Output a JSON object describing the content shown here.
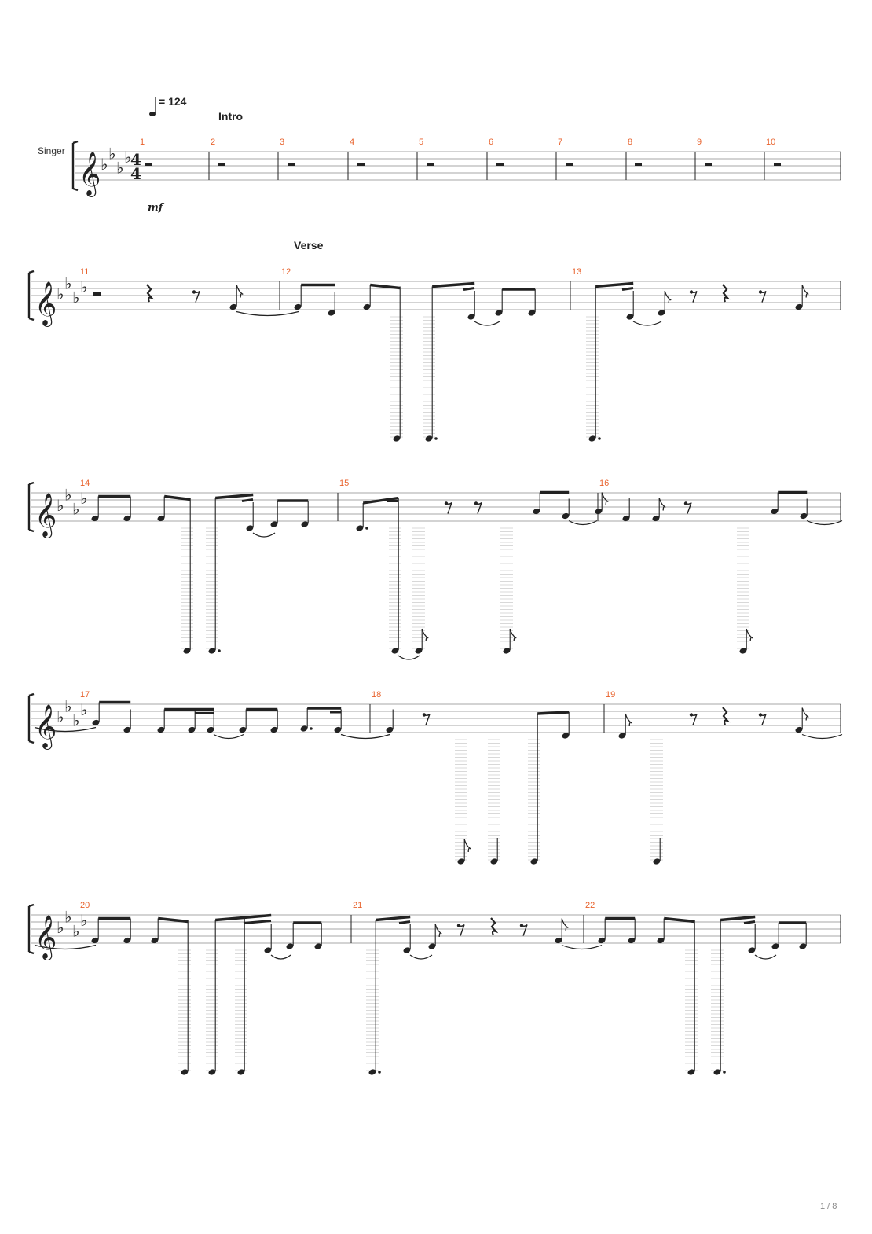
{
  "header": {
    "tempo_value": "= 124",
    "intro_label": "Intro",
    "verse_label": "Verse",
    "instrument": "Singer",
    "dynamic": "mf",
    "time_sig_top": "4",
    "time_sig_bottom": "4"
  },
  "measures": [
    "1",
    "2",
    "3",
    "4",
    "5",
    "6",
    "7",
    "8",
    "9",
    "10",
    "11",
    "12",
    "13",
    "14",
    "15",
    "16",
    "17",
    "18",
    "19",
    "20",
    "21",
    "22"
  ],
  "footer": {
    "page_indicator": "1 / 8"
  },
  "colors": {
    "measure_number": "#e8622c",
    "ink": "#222222",
    "staff": "#8a8a8a"
  }
}
